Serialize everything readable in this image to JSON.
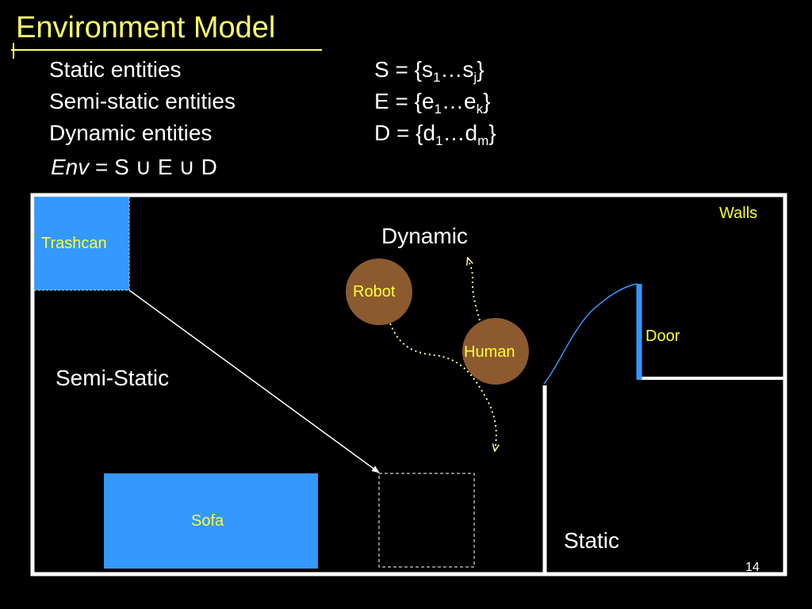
{
  "title": "Environment Model",
  "entities": [
    {
      "label": "Static entities",
      "sym": "S",
      "set_open": "= {s",
      "sub1": "1",
      "dots": "…s",
      "subn": "j",
      "close": "}"
    },
    {
      "label": "Semi-static entities",
      "sym": "E",
      "set_open": "= {e",
      "sub1": "1",
      "dots": "…e",
      "subn": "k",
      "close": "}"
    },
    {
      "label": "Dynamic entities",
      "sym": "D",
      "set_open": "= {d",
      "sub1": "1",
      "dots": "…d",
      "subn": "m",
      "close": "}"
    }
  ],
  "env_formula": {
    "env": "Env",
    "rest": "= S ∪  E ∪  D"
  },
  "diagram": {
    "walls_label": "Walls",
    "trashcan_label": "Trashcan",
    "sofa_label": "Sofa",
    "robot_label": "Robot",
    "human_label": "Human",
    "door_label": "Door",
    "dynamic_label": "Dynamic",
    "semi_static_label": "Semi-Static",
    "static_label": "Static"
  },
  "page_number": "14",
  "colors": {
    "title": "#ffff66",
    "labels": "#ffff33",
    "object_fill": "#3399ff",
    "agent_fill": "#8c5a2e",
    "walls": "#ffffff",
    "door": "#3399ff",
    "background": "#000000"
  }
}
